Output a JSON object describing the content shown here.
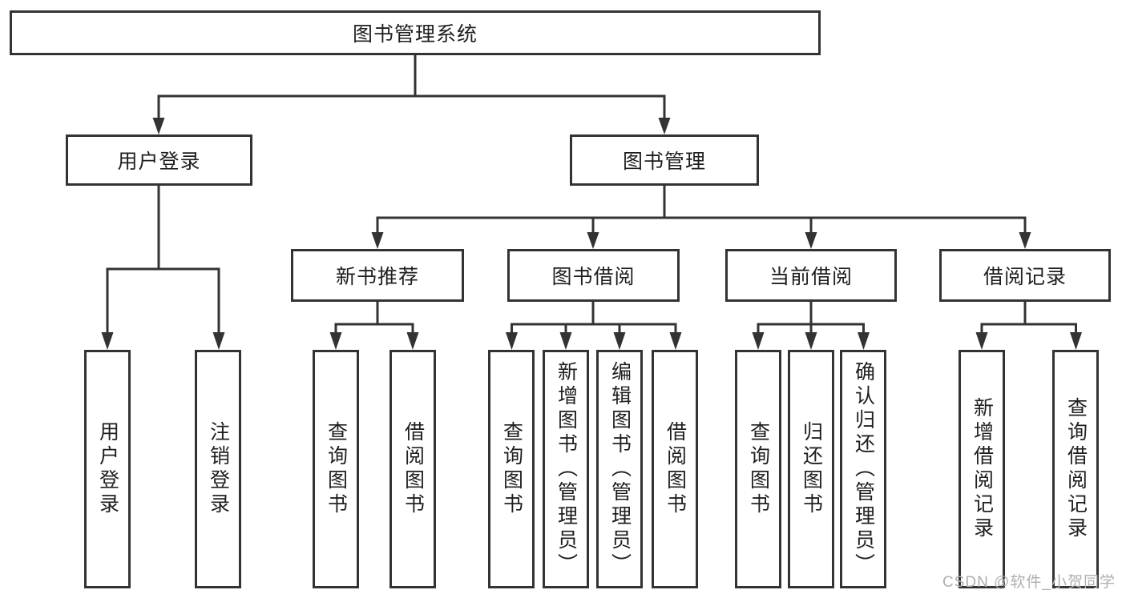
{
  "colors": {
    "background": "#ffffff",
    "line": "#333333",
    "box_border": "#333333",
    "box_fill": "#ffffff",
    "text": "#1f1f1f",
    "watermark": "#b0b0b0"
  },
  "tree": {
    "root": {
      "label": "图书管理系统"
    },
    "branches": [
      {
        "label": "用户登录",
        "leaves": [
          {
            "label": "用户登录"
          },
          {
            "label": "注销登录"
          }
        ]
      },
      {
        "label": "图书管理",
        "groups": [
          {
            "label": "新书推荐",
            "leaves": [
              {
                "label": "查询图书"
              },
              {
                "label": "借阅图书"
              }
            ]
          },
          {
            "label": "图书借阅",
            "leaves": [
              {
                "label": "查询图书"
              },
              {
                "label": "新增图书（管理员）"
              },
              {
                "label": "编辑图书（管理员）"
              },
              {
                "label": "借阅图书"
              }
            ]
          },
          {
            "label": "当前借阅",
            "leaves": [
              {
                "label": "查询图书"
              },
              {
                "label": "归还图书"
              },
              {
                "label": "确认归还（管理员）"
              }
            ]
          },
          {
            "label": "借阅记录",
            "leaves": [
              {
                "label": "新增借阅记录"
              },
              {
                "label": "查询借阅记录"
              }
            ]
          }
        ]
      }
    ]
  },
  "watermark": {
    "text": "CSDN @软件_小贺同学"
  }
}
